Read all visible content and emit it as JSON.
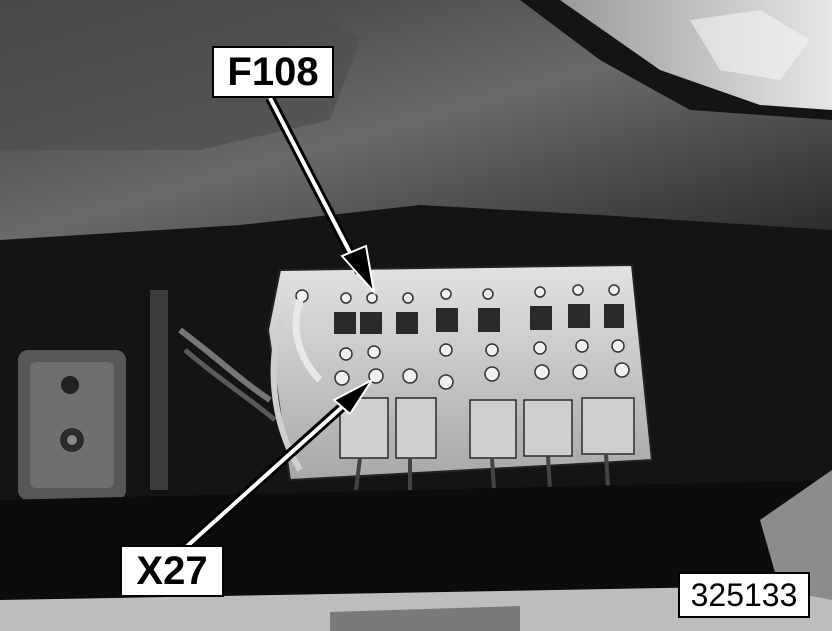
{
  "callouts": {
    "top_label": "F108",
    "bottom_label": "X27"
  },
  "figure_number": "325133",
  "colors": {
    "background_dark": "#1a1a1a",
    "panel_gray": "#5a5a5a",
    "fuse_box": "#d8d8d8",
    "label_bg": "#ffffff",
    "label_text": "#000000"
  }
}
